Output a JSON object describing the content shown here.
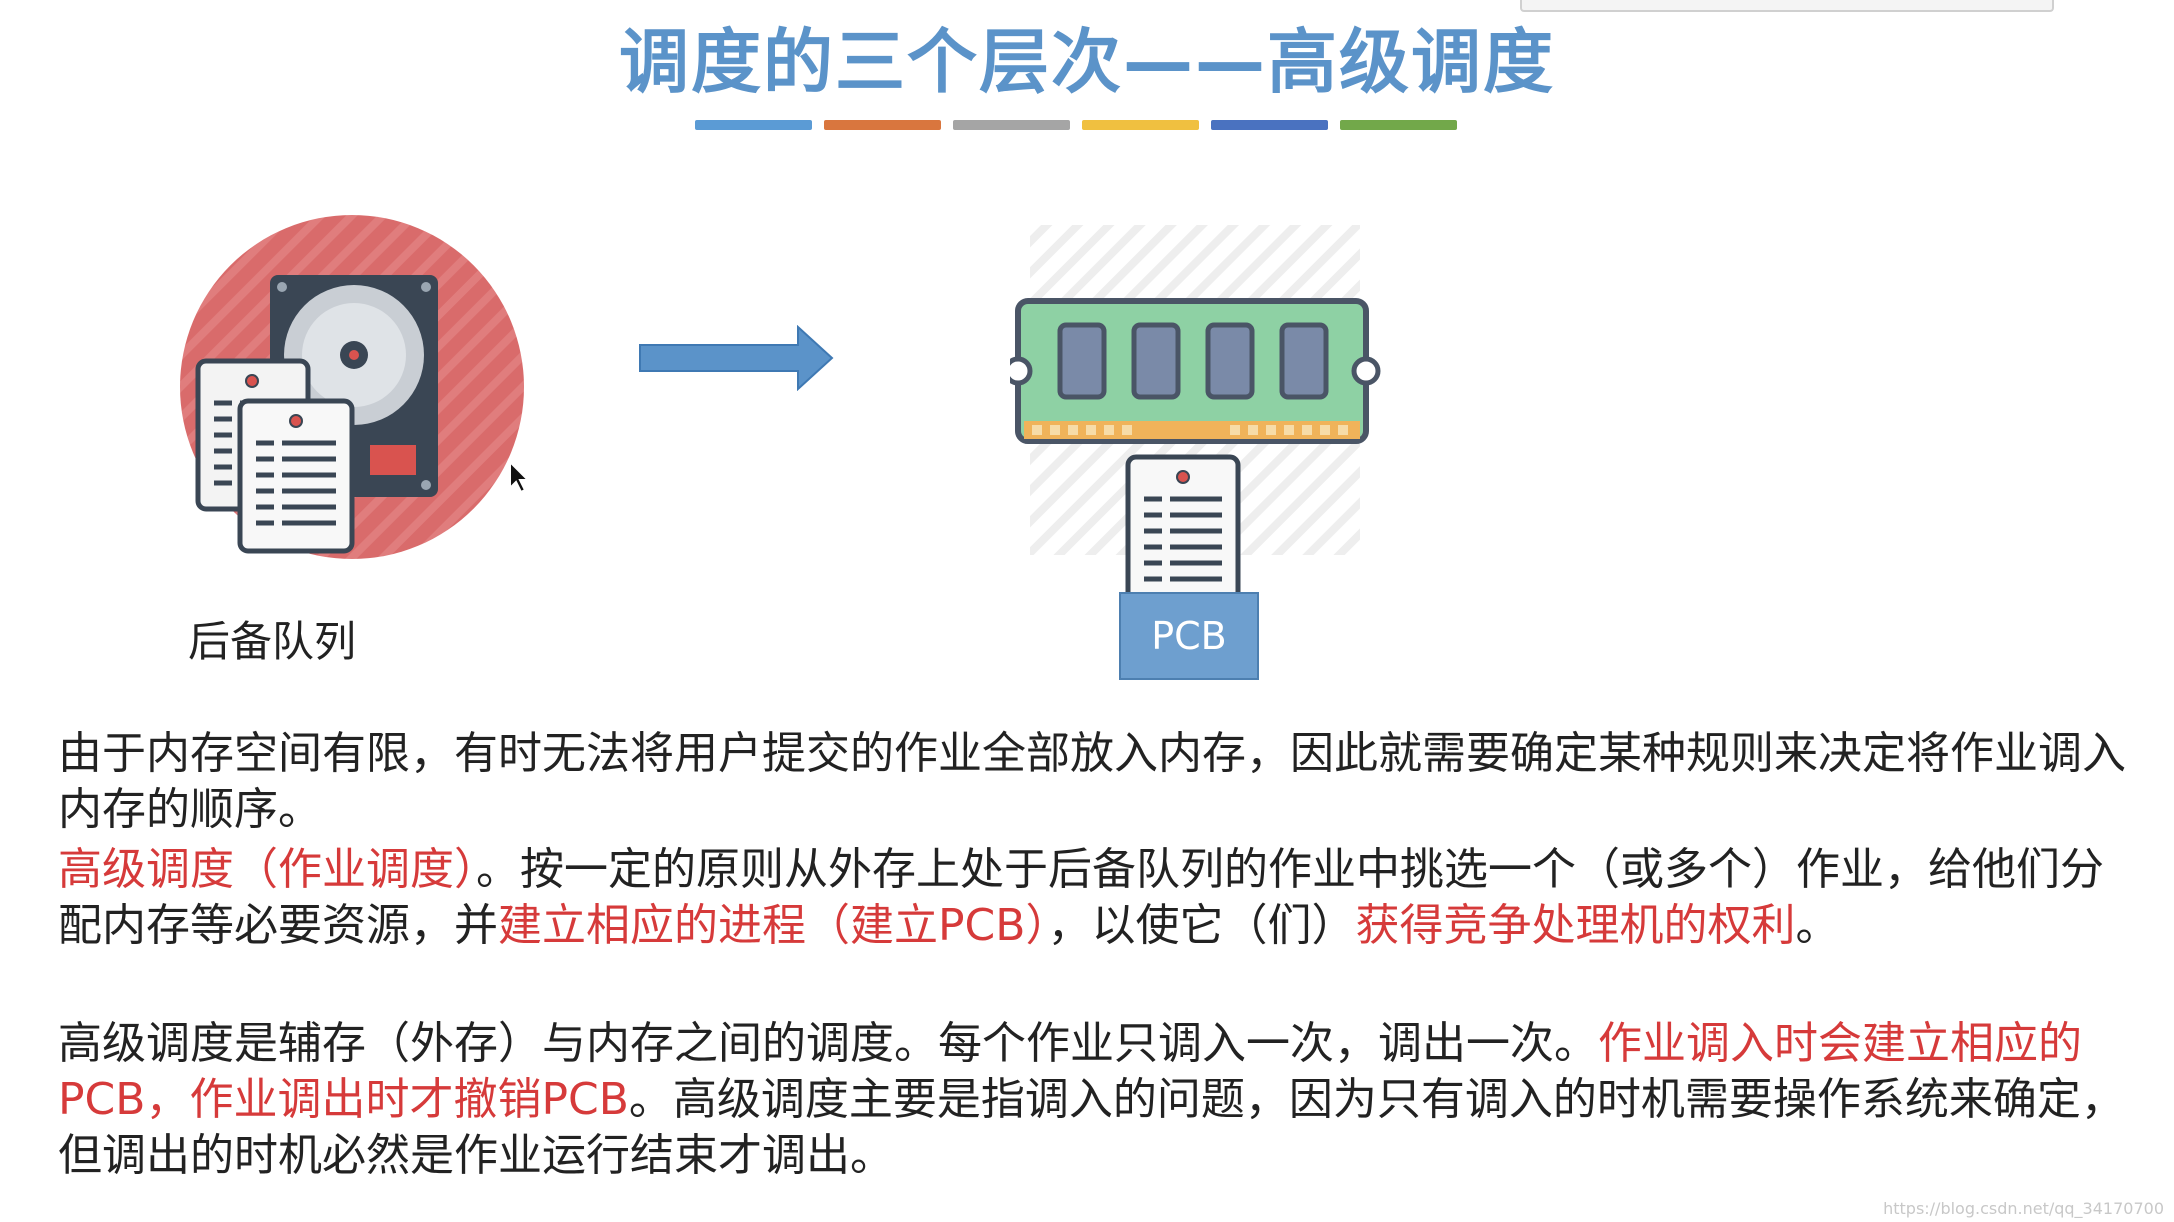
{
  "slide": {
    "title": "调度的三个层次——高级调度",
    "color_bar": [
      "#5b9bd5",
      "#d9763e",
      "#a5a5a5",
      "#f0c040",
      "#4a72c0",
      "#72a84a"
    ]
  },
  "illustration": {
    "backup_queue_label": "后备队列",
    "pcb_label": "PCB"
  },
  "paragraphs": {
    "p1": "由于内存空间有限，有时无法将用户提交的作业全部放入内存，因此就需要确定某种规则来决定将作业调入内存的顺序。",
    "p2_red1": "高级调度（作业调度）",
    "p2_text1": "。按一定的原则从外存上处于后备队列的作业中挑选一个（或多个）作业，给他们分配内存等必要资源，并",
    "p2_red2": "建立相应的进程（建立PCB）",
    "p2_text2": "，以使它（们）",
    "p2_red3": "获得竞争处理机的权利",
    "p2_text3": "。",
    "p3_text1": "高级调度是辅存（外存）与内存之间的调度。每个作业只调入一次，调出一次。",
    "p3_red1": "作业调入时会建立相应的PCB，作业调出时才撤销PCB",
    "p3_text2": "。高级调度主要是指调入的问题，因为只有调入的时机需要操作系统来确定，但调出的时机必然是作业运行结束才调出。"
  },
  "watermark": "https://blog.csdn.net/qq_34170700",
  "icons": [
    "hard-disk-icon",
    "document-icon",
    "arrow-right-icon",
    "memory-module-icon",
    "mouse-cursor-icon"
  ]
}
